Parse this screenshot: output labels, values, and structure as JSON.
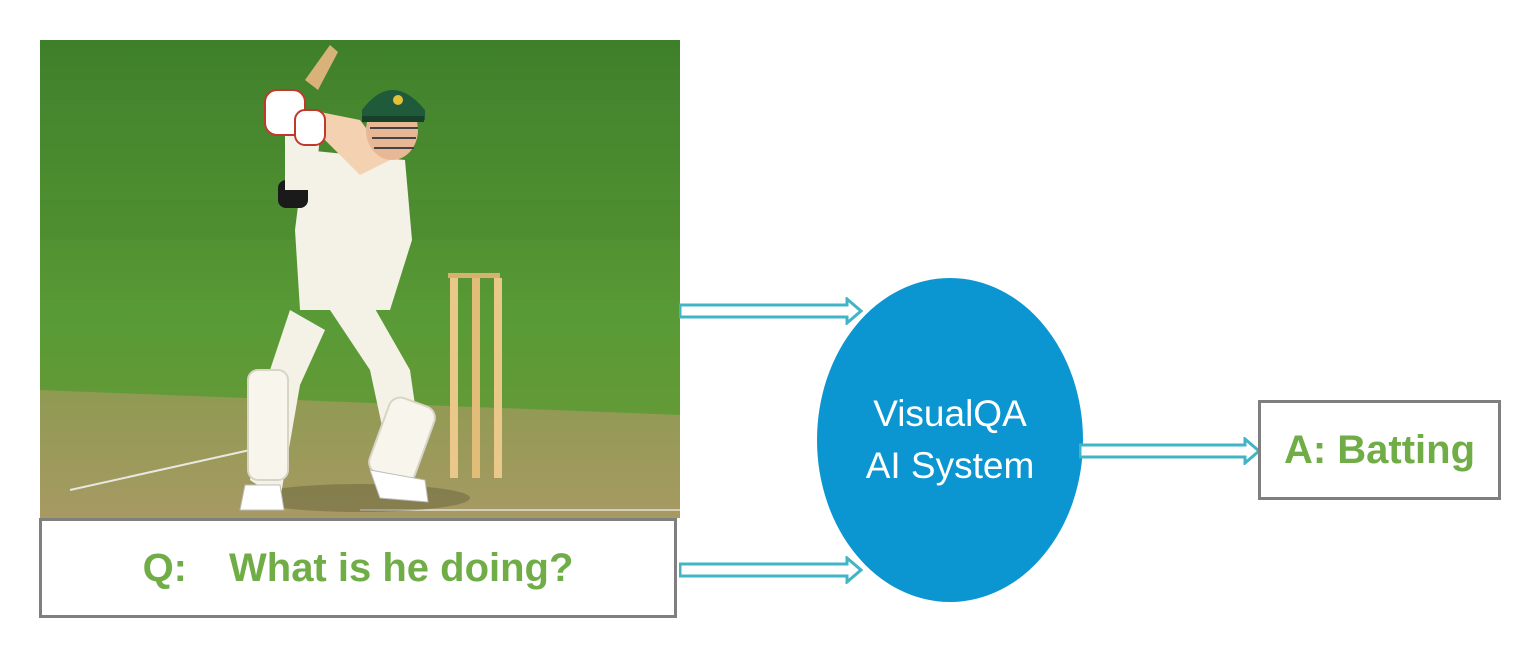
{
  "photo": {
    "subject": "cricket-batsman-playing-shot"
  },
  "question": {
    "prefix": "Q:",
    "text": "What is he doing?"
  },
  "system": {
    "line1": "VisualQA",
    "line2": "AI System"
  },
  "answer": {
    "text": "A: Batting"
  },
  "colors": {
    "accent_green": "#70ad47",
    "ellipse_blue": "#0b96d1",
    "arrow_teal": "#41b4c6",
    "box_border": "#7f7f7f"
  }
}
